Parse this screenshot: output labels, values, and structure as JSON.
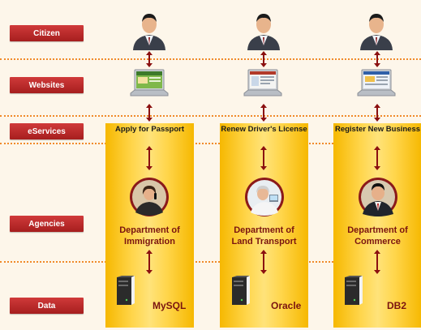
{
  "rows": {
    "citizen": "Citizen",
    "websites": "Websites",
    "eservices": "eServices",
    "agencies": "Agencies",
    "data": "Data"
  },
  "columns": [
    {
      "eservice": "Apply for Passport",
      "agency_line1": "Department of",
      "agency_line2": "Immigration",
      "database": "MySQL"
    },
    {
      "eservice": "Renew Driver's License",
      "agency_line1": "Department of",
      "agency_line2": "Land Transport",
      "database": "Oracle"
    },
    {
      "eservice": "Register New Business",
      "agency_line1": "Department of",
      "agency_line2": "Commerce",
      "database": "DB2"
    }
  ],
  "colors": {
    "label_bg": "#b82828",
    "separator": "#f08a2a",
    "column_fill": "#ffd54a",
    "agency_text": "#7a1410",
    "arrow": "#8b1010"
  }
}
